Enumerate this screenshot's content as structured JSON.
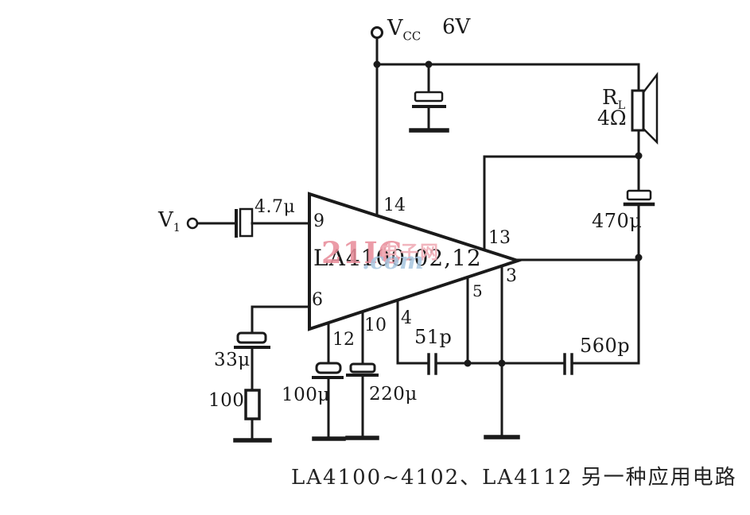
{
  "diagram": {
    "power": {
      "label": "V",
      "sub": "CC",
      "voltage": "6V"
    },
    "input": {
      "label": "V",
      "sub": "1"
    },
    "ic": {
      "name": "LA4100-02,12"
    },
    "pins": {
      "p9": "9",
      "p6": "6",
      "p14": "14",
      "p13": "13",
      "p3": "3",
      "p5": "5",
      "p4": "4",
      "p10": "10",
      "p12": "12"
    },
    "components": {
      "input_cap": "4.7μ",
      "c33": "33μ",
      "r100": "100",
      "c100": "100μ",
      "c220": "220μ",
      "c51": "51p",
      "c470": "470μ",
      "c560": "560p",
      "load": {
        "label": "R",
        "sub": "L",
        "value": "4Ω"
      }
    },
    "caption": "LA4100~4102、LA4112 另一种应用电路"
  },
  "watermark": {
    "brand": "21IC",
    "site": "电子网",
    "domain": ".com"
  },
  "colors": {
    "ink": "#1a1a1a",
    "watermark_pink": "#e98e9b",
    "watermark_blue": "#a8c6e0"
  }
}
